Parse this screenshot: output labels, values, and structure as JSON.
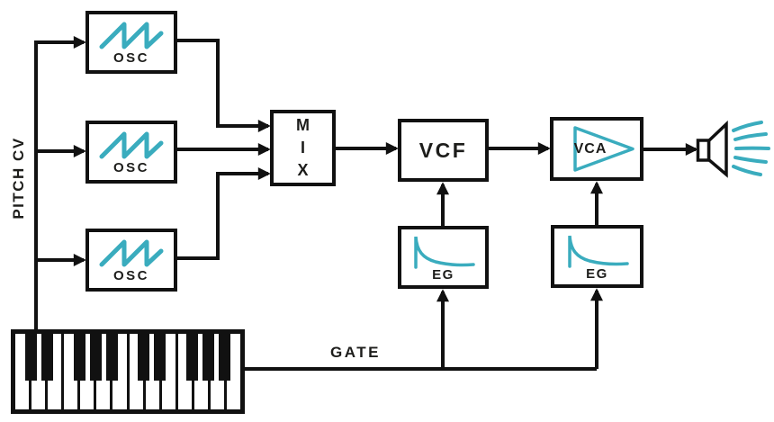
{
  "colors": {
    "accent_teal": "#3aacbe",
    "line_black": "#111111",
    "text": "#1d1d1b",
    "background": "#ffffff"
  },
  "labels": {
    "pitch_cv": "PITCH CV",
    "gate": "GATE"
  },
  "nodes": {
    "osc1": {
      "label": "OSC",
      "icon": "sawtooth-wave"
    },
    "osc2": {
      "label": "OSC",
      "icon": "sawtooth-wave"
    },
    "osc3": {
      "label": "OSC",
      "icon": "sawtooth-wave"
    },
    "mix": {
      "letters": [
        "M",
        "I",
        "X"
      ]
    },
    "vcf": {
      "label": "VCF"
    },
    "vca": {
      "label": "VCA",
      "icon": "amplifier-triangle"
    },
    "eg1": {
      "label": "EG",
      "icon": "decay-envelope"
    },
    "eg2": {
      "label": "EG",
      "icon": "decay-envelope"
    }
  },
  "output": {
    "icon": "speaker-with-sound-waves"
  },
  "keyboard": {
    "white_keys": 14,
    "black_keys": 10,
    "black_key_boundaries": [
      1,
      2,
      4,
      5,
      6,
      8,
      9,
      11,
      12,
      13
    ]
  }
}
